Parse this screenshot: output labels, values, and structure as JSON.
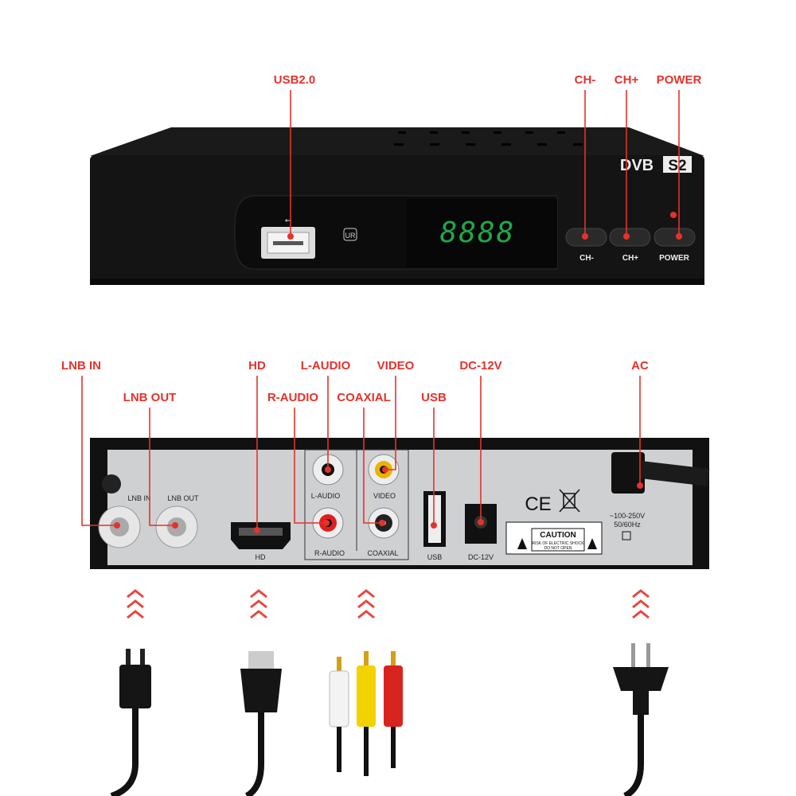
{
  "front": {
    "callouts": {
      "usb": "USB2.0",
      "ch_minus": "CH-",
      "ch_plus": "CH+",
      "power": "POWER"
    },
    "buttons": {
      "ch_minus": "CH-",
      "ch_plus": "CH+",
      "power": "POWER"
    },
    "display_value": "8888",
    "logo": {
      "dvb": "DVB",
      "s2": "S2"
    },
    "ur_badge": "UR",
    "display_color": "#1fa84a"
  },
  "back": {
    "callouts": {
      "lnb_in": "LNB IN",
      "lnb_out": "LNB OUT",
      "hd": "HD",
      "l_audio": "L-AUDIO",
      "r_audio": "R-AUDIO",
      "video": "VIDEO",
      "coaxial": "COAXIAL",
      "usb": "USB",
      "dc": "DC-12V",
      "ac": "AC"
    },
    "panel_text": {
      "lnb_in": "LNB IN",
      "lnb_out": "LNB OUT",
      "hd": "HD",
      "l_audio": "L-AUDIO",
      "video": "VIDEO",
      "r_audio": "R-AUDIO",
      "coaxial": "COAXIAL",
      "usb": "USB",
      "dc": "DC-12V",
      "ce": "CE",
      "voltage": "~100-250V",
      "freq": "50/60Hz",
      "caution": "CAUTION",
      "caution_sub1": "RISK OF ELECTRIC SHOCK",
      "caution_sub2": "DO NOT OPEN"
    }
  },
  "accent_color": "#e5322b"
}
